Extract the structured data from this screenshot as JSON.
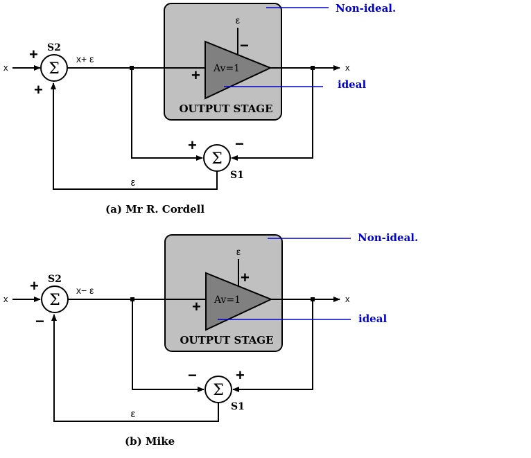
{
  "diagrams": [
    {
      "caption": "(a) Mr R. Cordell",
      "input_label": "x",
      "output_label": "x",
      "s2": {
        "label": "S2",
        "symbol": "Σ",
        "sign_top": "+",
        "sign_bottom": "+"
      },
      "s2_out_label": "x+ ε",
      "s1": {
        "label": "S1",
        "symbol": "Σ",
        "sign_left": "+",
        "sign_right": "−"
      },
      "feedback_label": "ε",
      "stage": {
        "title": "OUTPUT STAGE",
        "gain": "Av=1",
        "error_label": "ε",
        "error_sign": "−",
        "input_sign": "+"
      },
      "callout_nonideal": "Non-ideal.",
      "callout_ideal": "ideal"
    },
    {
      "caption": "(b) Mike",
      "input_label": "x",
      "output_label": "x",
      "s2": {
        "label": "S2",
        "symbol": "Σ",
        "sign_top": "+",
        "sign_bottom": "−"
      },
      "s2_out_label": "x− ε",
      "s1": {
        "label": "S1",
        "symbol": "Σ",
        "sign_left": "−",
        "sign_right": "+"
      },
      "feedback_label": "ε",
      "stage": {
        "title": "OUTPUT STAGE",
        "gain": "Av=1",
        "error_label": "ε",
        "error_sign": "+",
        "input_sign": "+"
      },
      "callout_nonideal": "Non-ideal.",
      "callout_ideal": "ideal"
    }
  ],
  "colors": {
    "wire": "#000000",
    "box_fill": "#c0c0c0",
    "triangle_fill": "#808080",
    "callout": "#0000cc"
  }
}
